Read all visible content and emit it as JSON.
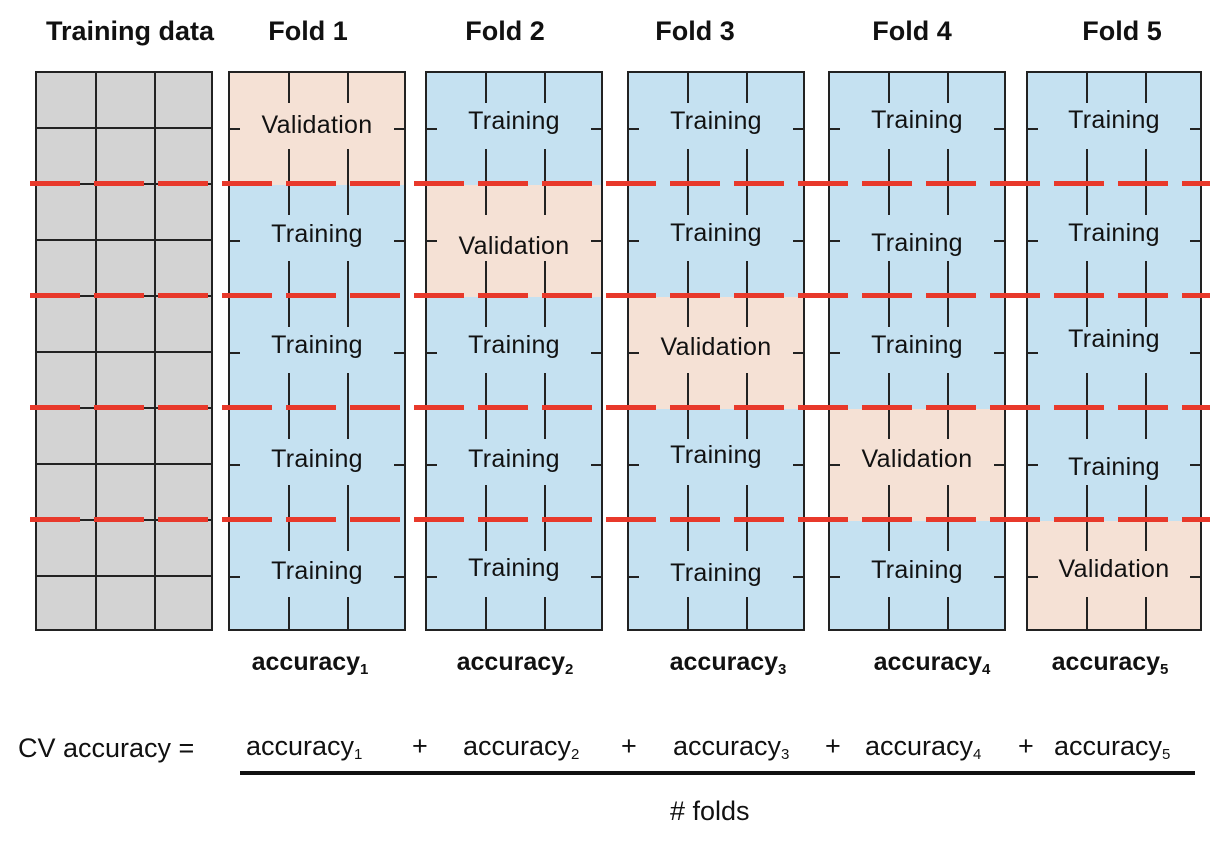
{
  "headers": [
    "Training data",
    "Fold 1",
    "Fold 2",
    "Fold 3",
    "Fold 4",
    "Fold 5"
  ],
  "segment_labels": {
    "training": "Training",
    "validation": "Validation"
  },
  "validation_fold_index": [
    0,
    1,
    2,
    3,
    4
  ],
  "colors": {
    "training": "#c5e1f1",
    "validation": "#f5e1d5",
    "data": "#d3d3d3",
    "split_dash": "#e8392b",
    "grid": "#222222"
  },
  "fold_accuracy": {
    "word": "accuracy",
    "subscripts": [
      "1",
      "2",
      "3",
      "4",
      "5"
    ]
  },
  "formula": {
    "lhs": "CV accuracy =",
    "numerator_terms": [
      "accuracy",
      "accuracy",
      "accuracy",
      "accuracy",
      "accuracy"
    ],
    "numerator_subscripts": [
      "1",
      "2",
      "3",
      "4",
      "5"
    ],
    "operator": "+",
    "denominator": "# folds"
  }
}
